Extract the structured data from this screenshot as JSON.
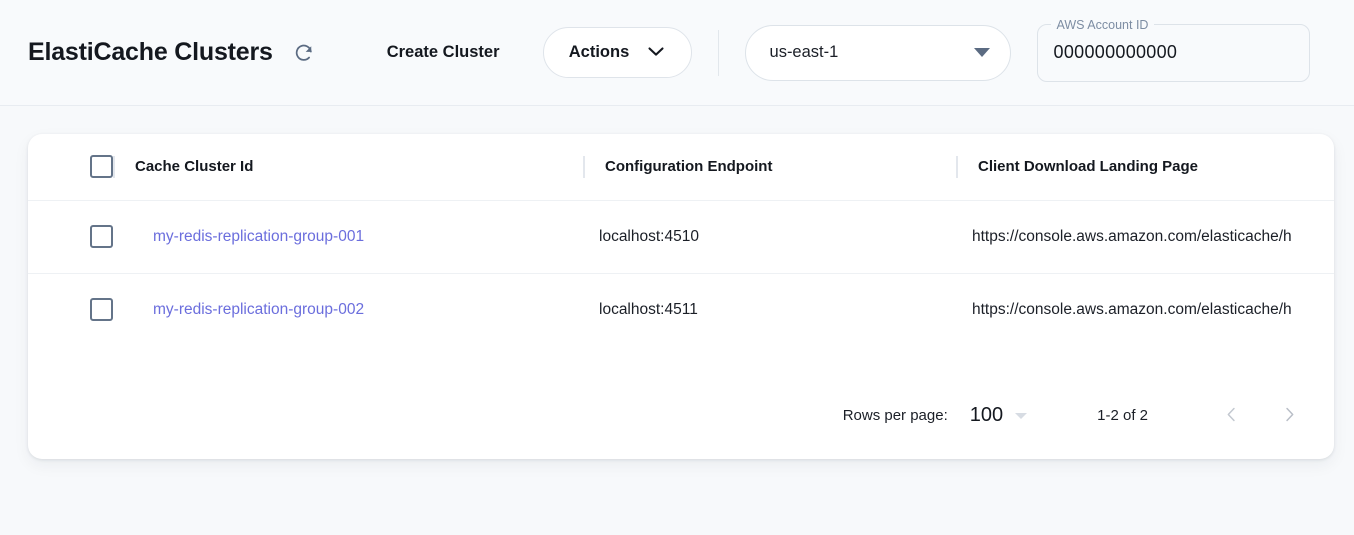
{
  "header": {
    "title": "ElastiCache Clusters",
    "refresh_icon": "refresh-icon",
    "create_cluster_label": "Create Cluster",
    "actions_label": "Actions",
    "actions_chevron_icon": "chevron-down-icon",
    "region": {
      "selected": "us-east-1",
      "dropdown_icon": "triangle-down-icon"
    },
    "account": {
      "label": "AWS Account ID",
      "value": "000000000000"
    }
  },
  "table": {
    "columns": [
      {
        "key": "select",
        "label": ""
      },
      {
        "key": "cluster_id",
        "label": "Cache Cluster Id"
      },
      {
        "key": "config_endpoint",
        "label": "Configuration Endpoint"
      },
      {
        "key": "landing_page",
        "label": "Client Download Landing Page"
      }
    ],
    "select_all_checkbox": "unchecked",
    "rows": [
      {
        "checkbox": "unchecked",
        "cluster_id": "my-redis-replication-group-001",
        "config_endpoint": "localhost:4510",
        "landing_page": "https://console.aws.amazon.com/elasticache/h"
      },
      {
        "checkbox": "unchecked",
        "cluster_id": "my-redis-replication-group-002",
        "config_endpoint": "localhost:4511",
        "landing_page": "https://console.aws.amazon.com/elasticache/h"
      }
    ]
  },
  "pagination": {
    "rows_per_page_label": "Rows per page:",
    "rows_per_page_value": "100",
    "range_label": "1-2 of 2",
    "prev_icon": "chevron-left-icon",
    "next_icon": "chevron-right-icon"
  },
  "colors": {
    "link": "#6b6edd",
    "page_background": "#f7f9fb",
    "card_background": "#ffffff",
    "icon_slate": "#5b6b82"
  }
}
